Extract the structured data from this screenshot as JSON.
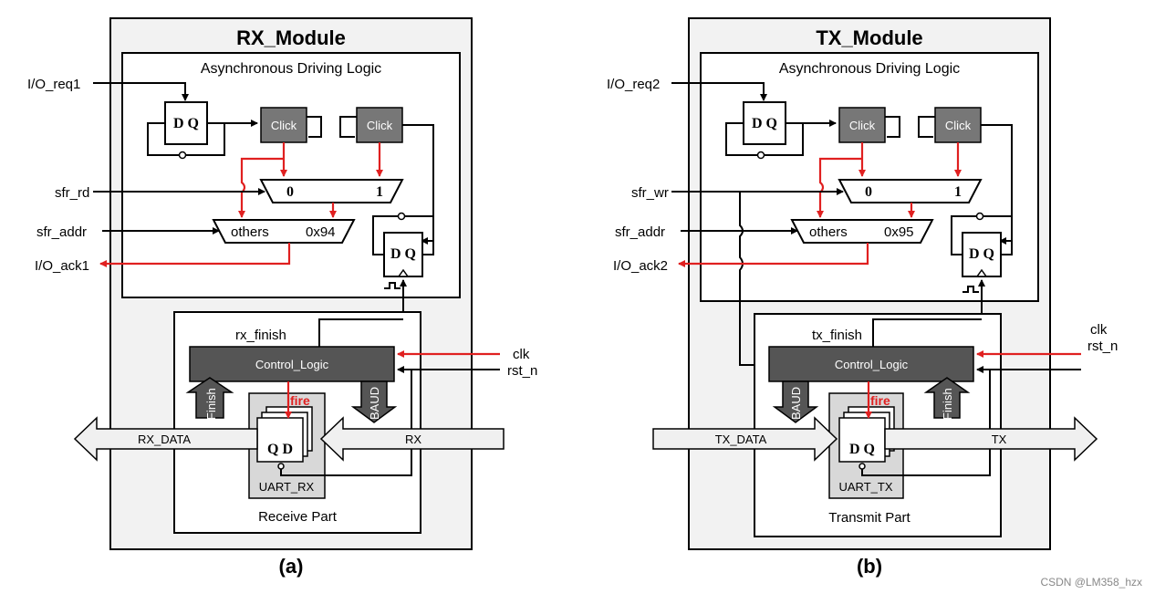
{
  "panels": [
    {
      "id": "rx",
      "module_title": "RX_Module",
      "async_title": "Asynchronous Driving Logic",
      "req": "I/O_req1",
      "sfr_op": "sfr_rd",
      "sfr_addr": "sfr_addr",
      "ack": "I/O_ack1",
      "click1": "Click",
      "click2": "Click",
      "mux0": "0",
      "mux1": "1",
      "others": "others",
      "addr_val": "0x94",
      "finish_sig": "rx_finish",
      "control": "Control_Logic",
      "clk": "clk",
      "rst": "rst_n",
      "finish_arrow": "Finish",
      "baud_arrow": "BAUD",
      "fire": "fire",
      "data_bus": "RX_DATA",
      "line_bus": "RX",
      "uart": "UART_RX",
      "part": "Receive Part",
      "label": "(a)",
      "dq": "D Q",
      "qd": "Q  D"
    },
    {
      "id": "tx",
      "module_title": "TX_Module",
      "async_title": "Asynchronous Driving Logic",
      "req": "I/O_req2",
      "sfr_op": "sfr_wr",
      "sfr_addr": "sfr_addr",
      "ack": "I/O_ack2",
      "click1": "Click",
      "click2": "Click",
      "mux0": "0",
      "mux1": "1",
      "others": "others",
      "addr_val": "0x95",
      "finish_sig": "tx_finish",
      "control": "Control_Logic",
      "clk": "clk",
      "rst": "rst_n",
      "finish_arrow": "Finish",
      "baud_arrow": "BAUD",
      "fire": "fire",
      "data_bus": "TX_DATA",
      "line_bus": "TX",
      "uart": "UART_TX",
      "part": "Transmit Part",
      "label": "(b)",
      "dq": "D Q",
      "qd": "D Q"
    }
  ],
  "watermark": "CSDN @LM358_hzx",
  "colors": {
    "wire": "#000000",
    "highlight": "#e02020",
    "click_fill": "#777777",
    "control_fill": "#555555",
    "bus_fill": "#f0f0f0"
  }
}
